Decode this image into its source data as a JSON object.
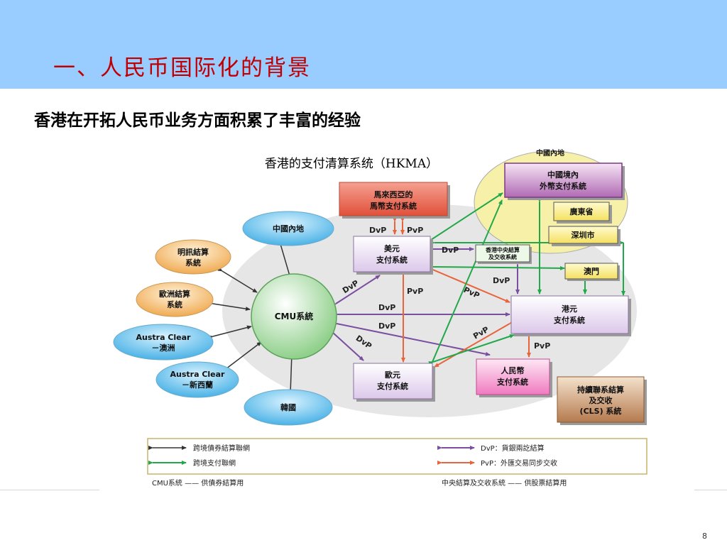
{
  "slide": {
    "title": "一、人民币国际化的背景",
    "subtitle": "香港在开拓人民币业务方面积累了丰富的经验",
    "page_number": "8"
  },
  "diagram": {
    "caption": "香港的支付清算系统（HKMA）",
    "mainland_region": "中國內地",
    "nodes": {
      "cmu": "CMU系統",
      "china_mainland": "中國內地",
      "mingxun": [
        "明訊結算",
        "系統"
      ],
      "euroclear": [
        "歐洲結算",
        "系統"
      ],
      "austraclear_au": [
        "Austra Clear",
        "－澳洲"
      ],
      "austraclear_nz": [
        "Austra Clear",
        "－新西蘭"
      ],
      "korea": "韓國",
      "malaysia": [
        "馬來西亞的",
        "馬幣支付系統"
      ],
      "usd": [
        "美元",
        "支付系統"
      ],
      "hk_ccass": [
        "香港中央結算",
        "及交收系統"
      ],
      "macau": "澳門",
      "hkd": [
        "港元",
        "支付系統"
      ],
      "eur": [
        "歐元",
        "支付系統"
      ],
      "rmb": [
        "人民幣",
        "支付系統"
      ],
      "cls": [
        "持續聯系結算",
        "及交收",
        "(CLS) 系統"
      ],
      "mainland_fx": [
        "中國境內",
        "外幣支付系統"
      ],
      "guangdong": "廣東省",
      "shenzhen": "深圳市"
    },
    "link_labels": {
      "dvp": "DvP",
      "pvp": "PvP"
    },
    "colors": {
      "bond_link": "#333333",
      "payment_link": "#22a84a",
      "dvp_link": "#7b4fa0",
      "pvp_link": "#e8643c"
    },
    "legend": {
      "items": [
        "跨境債券結算聯網",
        "跨境支付聯網",
        "DvP：貨銀兩訖結算",
        "PvP：外匯交易同步交收"
      ],
      "notes": [
        "CMU系統 —— 供債券結算用",
        "中央結算及交收系統 —— 供股票結算用"
      ]
    }
  }
}
